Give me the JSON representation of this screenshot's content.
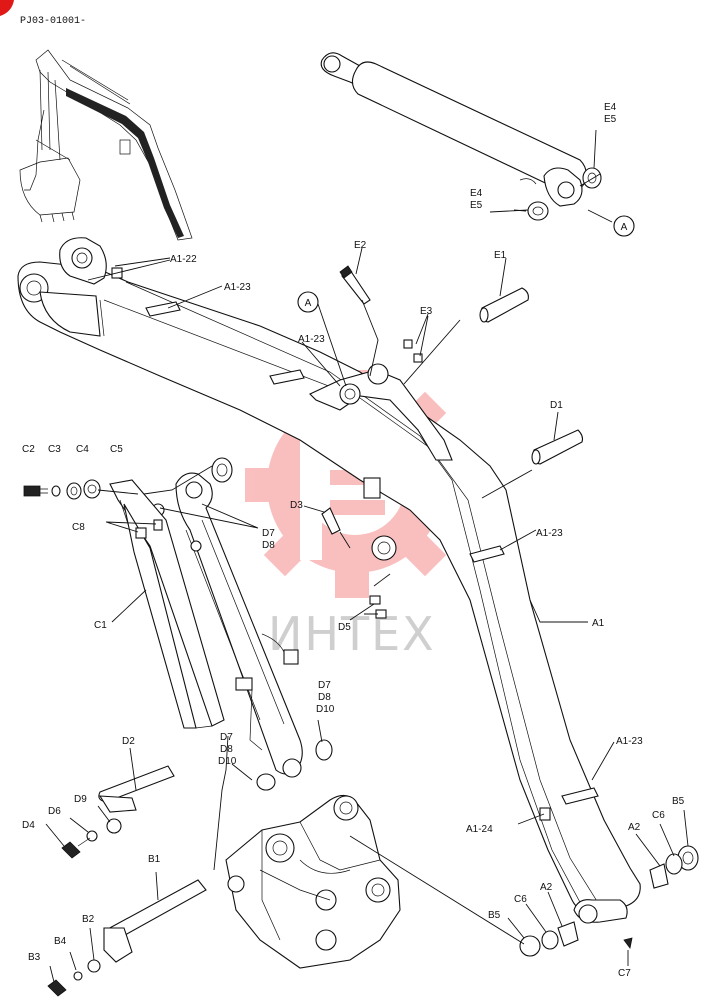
{
  "header": {
    "code": "PJ03-01001-"
  },
  "watermark": {
    "text": "ИНТЕХ",
    "color": "#f04a4a"
  },
  "labels": [
    {
      "id": "a1-22",
      "text": "A1-22"
    },
    {
      "id": "a1-23-top",
      "text": "A1-23"
    },
    {
      "id": "a1-23-mid",
      "text": "A1-23"
    },
    {
      "id": "a1-23-right",
      "text": "A1-23"
    },
    {
      "id": "a1-23-lower",
      "text": "A1-23"
    },
    {
      "id": "a1-24",
      "text": "A1-24"
    },
    {
      "id": "a1",
      "text": "A1"
    },
    {
      "id": "a2-right",
      "text": "A2"
    },
    {
      "id": "a2-bottom",
      "text": "A2"
    },
    {
      "id": "e1",
      "text": "E1"
    },
    {
      "id": "e2",
      "text": "E2"
    },
    {
      "id": "e3",
      "text": "E3"
    },
    {
      "id": "e4-top",
      "text": "E4"
    },
    {
      "id": "e5-top",
      "text": "E5"
    },
    {
      "id": "e4-mid",
      "text": "E4"
    },
    {
      "id": "e5-mid",
      "text": "E5"
    },
    {
      "id": "d1",
      "text": "D1"
    },
    {
      "id": "d2",
      "text": "D2"
    },
    {
      "id": "d3",
      "text": "D3"
    },
    {
      "id": "d4",
      "text": "D4"
    },
    {
      "id": "d5",
      "text": "D5"
    },
    {
      "id": "d6",
      "text": "D6"
    },
    {
      "id": "d9",
      "text": "D9"
    },
    {
      "id": "d7-a",
      "text": "D7"
    },
    {
      "id": "d8-a",
      "text": "D8"
    },
    {
      "id": "d7-b",
      "text": "D7"
    },
    {
      "id": "d8-b",
      "text": "D8"
    },
    {
      "id": "d10-b",
      "text": "D10"
    },
    {
      "id": "d7-c",
      "text": "D7"
    },
    {
      "id": "d8-c",
      "text": "D8"
    },
    {
      "id": "d10-c",
      "text": "D10"
    },
    {
      "id": "c1",
      "text": "C1"
    },
    {
      "id": "c2",
      "text": "C2"
    },
    {
      "id": "c3",
      "text": "C3"
    },
    {
      "id": "c4",
      "text": "C4"
    },
    {
      "id": "c5",
      "text": "C5"
    },
    {
      "id": "c6-right",
      "text": "C6"
    },
    {
      "id": "c6-bottom",
      "text": "C6"
    },
    {
      "id": "c7",
      "text": "C7"
    },
    {
      "id": "c8",
      "text": "C8"
    },
    {
      "id": "b1",
      "text": "B1"
    },
    {
      "id": "b2",
      "text": "B2"
    },
    {
      "id": "b3",
      "text": "B3"
    },
    {
      "id": "b4",
      "text": "B4"
    },
    {
      "id": "b5-right",
      "text": "B5"
    },
    {
      "id": "b5-bottom",
      "text": "B5"
    }
  ],
  "callouts": [
    {
      "id": "callout-a-top",
      "text": "A"
    },
    {
      "id": "callout-a-left",
      "text": "A"
    }
  ]
}
